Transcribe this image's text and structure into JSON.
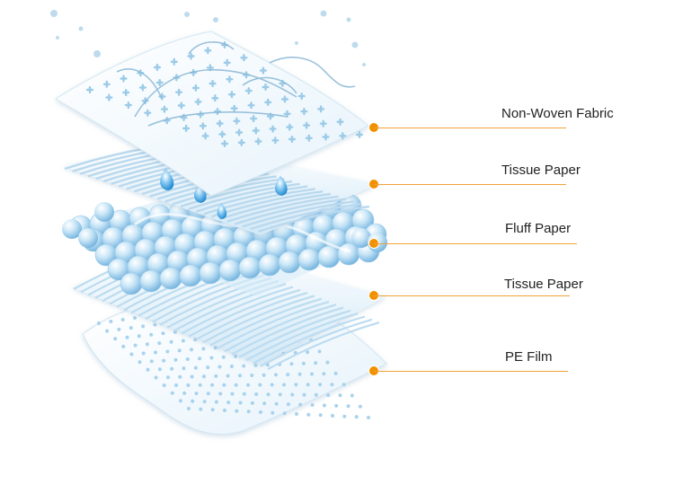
{
  "diagram": {
    "accent_color": "#f29100",
    "layers": [
      {
        "name": "Non-Woven Fabric"
      },
      {
        "name": "Tissue Paper"
      },
      {
        "name": "Fluff Paper"
      },
      {
        "name": "Tissue Paper"
      },
      {
        "name": "PE Film"
      }
    ]
  }
}
